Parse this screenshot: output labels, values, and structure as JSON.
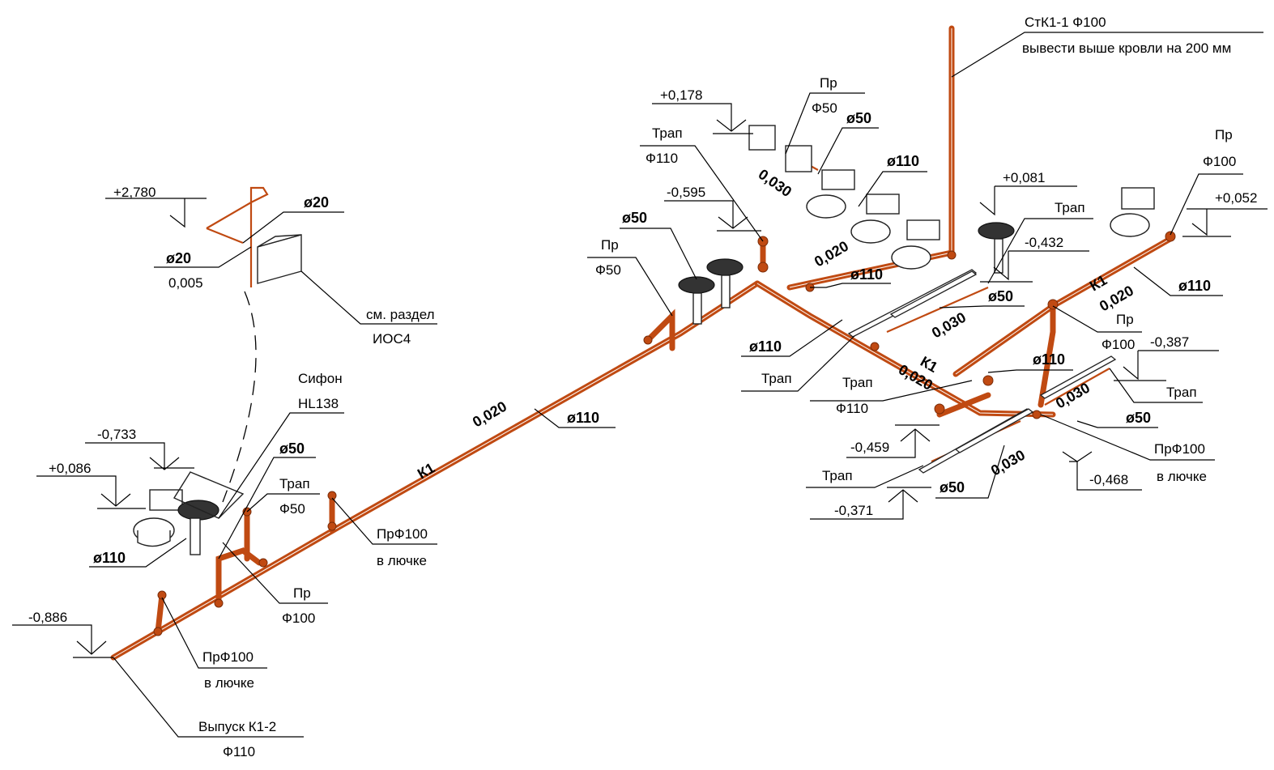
{
  "drawing": {
    "title": "",
    "riser": {
      "label": "СтК1-1 Ф100",
      "note": "вывести выше кровли на 200 мм"
    },
    "pipe_line_labels": [
      "К1",
      "К1",
      "К1"
    ],
    "diameters": {
      "d20_top": "ø20",
      "d20_left": "ø20",
      "d50_sifon": "ø50",
      "d50_upper": "ø50",
      "d50_wash": "ø50",
      "d50_mid": "ø50",
      "d50_right": "ø50",
      "d50_bottom": "ø50",
      "d110_left": "ø110",
      "d110_main": "ø110",
      "d110_wc1": "ø110",
      "d110_wc2": "ø110",
      "d110_cross": "ø110",
      "d110_center": "ø110",
      "d110_right": "ø110"
    },
    "slopes": {
      "s_main": "0,020",
      "s_wc": "0,030",
      "s_mid": "0,020",
      "s_trap1": "0,030",
      "s_k1": "0,020",
      "s_right": "0,020",
      "s_trap2": "0,030",
      "s_trap3": "0,030",
      "s_small": "0,005"
    },
    "levels": {
      "l_2780": "+2,780",
      "l_0733": "-0,733",
      "l_0086": "+0,086",
      "l_0886": "-0,886",
      "l_0178": "+0,178",
      "l_0595": "-0,595",
      "l_0081": "+0,081",
      "l_0432": "-0,432",
      "l_0052": "+0,052",
      "l_0387": "-0,387",
      "l_0459": "-0,459",
      "l_0468": "-0,468",
      "l_0371": "-0,371"
    },
    "callouts": {
      "ios_1": "см. раздел",
      "ios_2": "ИОС4",
      "sifon_1": "Сифон",
      "sifon_2": "HL138",
      "trap50_1": "Трап",
      "trap50_2": "Ф50",
      "pr100a_1": "ПрФ100",
      "pr100a_2": "в лючке",
      "pr100b_1": "Пр",
      "pr100b_2": "Ф100",
      "pr100c_1": "ПрФ100",
      "pr100c_2": "в лючке",
      "out_1": "Выпуск К1-2",
      "out_2": "Ф110",
      "pr50a_1": "Пр",
      "pr50a_2": "Ф50",
      "trap110a_1": "Трап",
      "trap110a_2": "Ф110",
      "pr50b_1": "Пр",
      "pr50b_2": "Ф50",
      "trap_a": "Трап",
      "trap_b": "Трап",
      "pr100d_1": "Пр",
      "pr100d_2": "Ф100",
      "pr100e_1": "Пр",
      "pr100e_2": "Ф100",
      "trap110b_1": "Трап",
      "trap110b_2": "Ф110",
      "trap_c": "Трап",
      "pr100f_1": "ПрФ100",
      "pr100f_2": "в лючке",
      "trap_d": "Трап"
    }
  }
}
